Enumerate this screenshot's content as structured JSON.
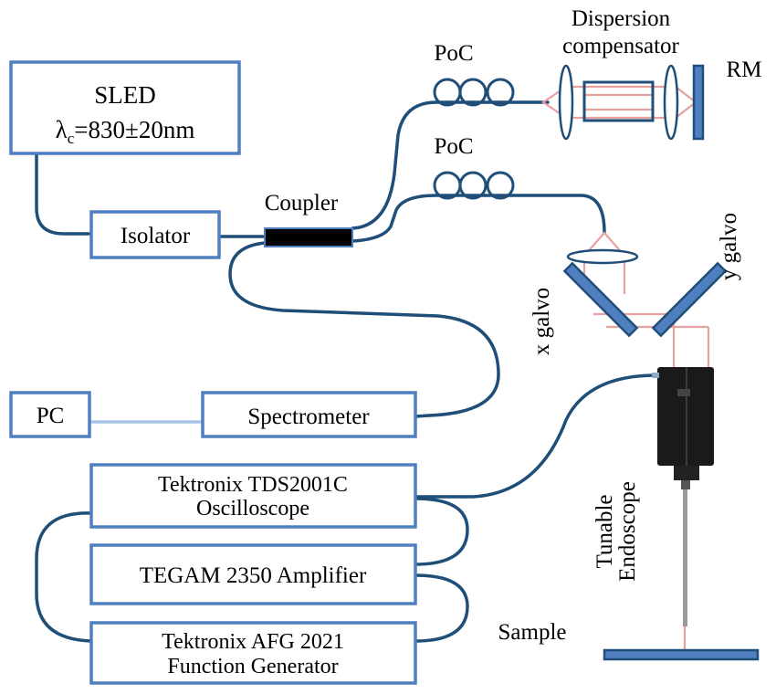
{
  "components": {
    "sled": {
      "line1": "SLED",
      "line2_symbol": "λ",
      "line2_sub": "c",
      "line2_rest": "=830±20nm"
    },
    "isolator": "Isolator",
    "coupler": "Coupler",
    "poc_top": "PoC",
    "poc_bottom": "PoC",
    "dispersion_line1": "Dispersion",
    "dispersion_line2": "compensator",
    "rm": "RM",
    "x_galvo": "x galvo",
    "y_galvo": "y galvo",
    "pc": "PC",
    "spectrometer": "Spectrometer",
    "oscilloscope_line1": "Tektronix TDS2001C",
    "oscilloscope_line2": "Oscilloscope",
    "amplifier": "TEGAM 2350 Amplifier",
    "function_gen_line1": "Tektronix AFG 2021",
    "function_gen_line2": "Function Generator",
    "endoscope_line1": "Tunable",
    "endoscope_line2": "Endoscope",
    "sample": "Sample"
  },
  "colors": {
    "box_stroke": "#4f7fbf",
    "fiber": "#1f4e79",
    "beam": "#e8a0a0",
    "mirror": "#4f7fbf",
    "coupler": "#000000",
    "pc_link": "#a9c4e4"
  }
}
